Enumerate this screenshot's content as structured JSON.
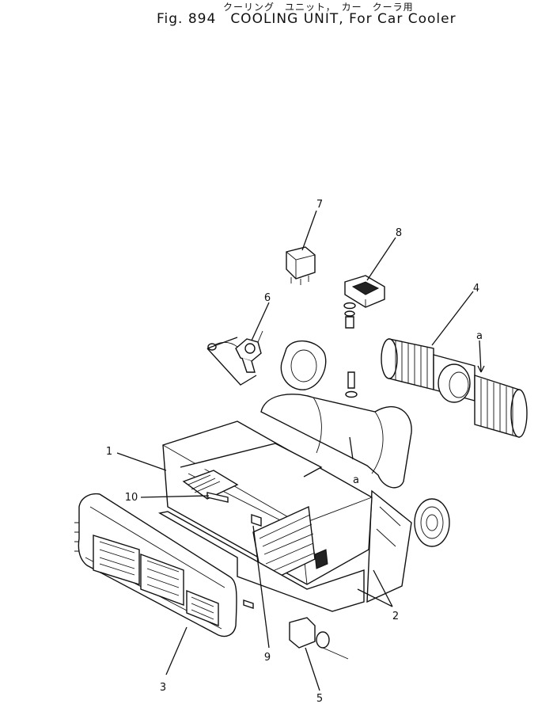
{
  "header": {
    "japanese_title": "クーリング　ユニット，　カー　クーラ用",
    "fig_label": "Fig. 894",
    "title": "COOLING UNIT, For Car Cooler"
  },
  "callouts": [
    {
      "id": "c1",
      "label": "1"
    },
    {
      "id": "c2",
      "label": "2"
    },
    {
      "id": "c3",
      "label": "3"
    },
    {
      "id": "c4",
      "label": "4"
    },
    {
      "id": "c5",
      "label": "5"
    },
    {
      "id": "c6",
      "label": "6"
    },
    {
      "id": "c7",
      "label": "7"
    },
    {
      "id": "c8",
      "label": "8"
    },
    {
      "id": "c9",
      "label": "9"
    },
    {
      "id": "c10",
      "label": "10"
    },
    {
      "id": "ca",
      "label": "a"
    },
    {
      "id": "ca2",
      "label": "a"
    }
  ]
}
